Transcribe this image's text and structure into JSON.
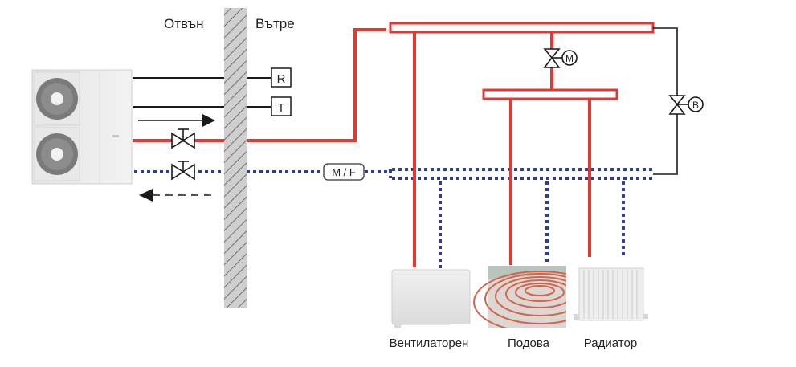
{
  "labels": {
    "outside": "Отвън",
    "inside": "Вътре",
    "sensor_r": "R",
    "sensor_t": "T",
    "mf_box": "M / F",
    "motor_valve": "M",
    "bypass_valve": "B"
  },
  "emitters": [
    {
      "name": "fan-coil",
      "label": "Вентилаторен"
    },
    {
      "name": "underfloor-heating",
      "label": "Подова"
    },
    {
      "name": "radiator",
      "label": "Радиатор"
    }
  ],
  "colors": {
    "supply": "#e03a32",
    "return": "#2e3f8f",
    "line": "#1a1a1a",
    "wall": "#c8c8c8",
    "hatch": "#6a6a6a"
  }
}
